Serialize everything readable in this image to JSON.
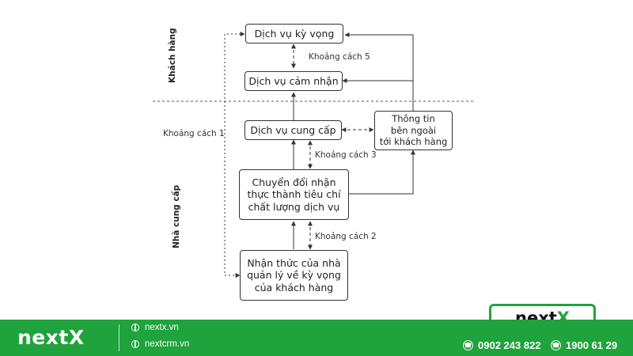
{
  "diagram": {
    "zones": {
      "customer": "Khách hàng",
      "provider": "Nhà cung cấp"
    },
    "boxes": {
      "expected": "Dịch vụ kỳ vọng",
      "perceived": "Dịch vụ cảm nhận",
      "delivered": "Dịch vụ cung cấp",
      "external": "Thông tin\nbên ngoài\ntới khách hàng",
      "translation": "Chuyển đổi nhận\nthực thành tiêu chí\nchất lượng dịch vụ",
      "management": "Nhận thức của nhà\nquản lý về kỳ vọng\ncủa khách hàng"
    },
    "gaps": {
      "gap5": "Khoảng cách 5",
      "gap1": "Khoảng cách 1",
      "gap3": "Khoảng cách 3",
      "gap2": "Khoảng cách 2"
    }
  },
  "footer": {
    "brand_prefix": "next",
    "brand_suffix": "X",
    "links": [
      "nextx.vn",
      "nextcrm.vn"
    ],
    "phone1": "0902 243 822",
    "phone2": "1900 61 29",
    "accent_color": "#1fa33c",
    "icons": [
      "globe-icon",
      "phone-icon",
      "hotline-icon"
    ]
  },
  "badge": {
    "prefix": "next",
    "suffix": "X"
  }
}
